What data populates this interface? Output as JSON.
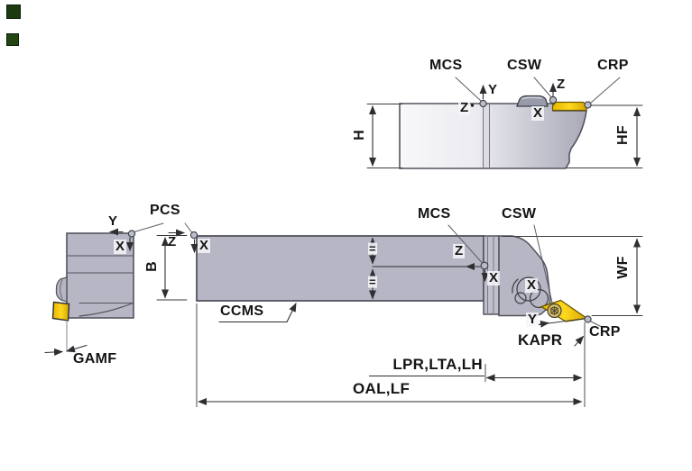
{
  "colors": {
    "metal_fill": "#b6b6c4",
    "metal_edge": "#54545e",
    "insert_yellow": "#f3c600",
    "insert_edge": "#6b5600",
    "dim_line": "#2e2e33",
    "bullet_dark_green": "#1c3a10"
  },
  "icons": {
    "top_left_bullet_1": "dark-square-icon",
    "top_left_bullet_2": "dark-square-icon",
    "coordinate_marker": "small-sphere-icon"
  },
  "labels": {
    "side_view": {
      "mcs": "MCS",
      "csw": "CSW",
      "crp": "CRP",
      "y_axis": "Y",
      "z_axis_up": "Z",
      "z_axis_dot": "Z",
      "x_axis": "X",
      "h_dim": "H",
      "hf_dim": "HF"
    },
    "front_view": {
      "pcs": "PCS",
      "y_axis": "Y",
      "x_axis": "X",
      "gamf_dim": "GAMF"
    },
    "top_view": {
      "mcs": "MCS",
      "csw": "CSW",
      "z_axis_left": "Z",
      "x_axis_left": "X",
      "z_axis_mid": "Z",
      "x_axis_mid": "X",
      "x_axis_insert": "X",
      "y_axis_insert": "Y",
      "b_dim": "B",
      "wf_dim": "WF",
      "ccms": "CCMS",
      "kapr": "KAPR",
      "crp": "CRP",
      "equal_top": "=",
      "equal_bottom": "="
    },
    "length_dims": {
      "lpr": "LPR,LTA,LH",
      "oal": "OAL,LF"
    }
  }
}
